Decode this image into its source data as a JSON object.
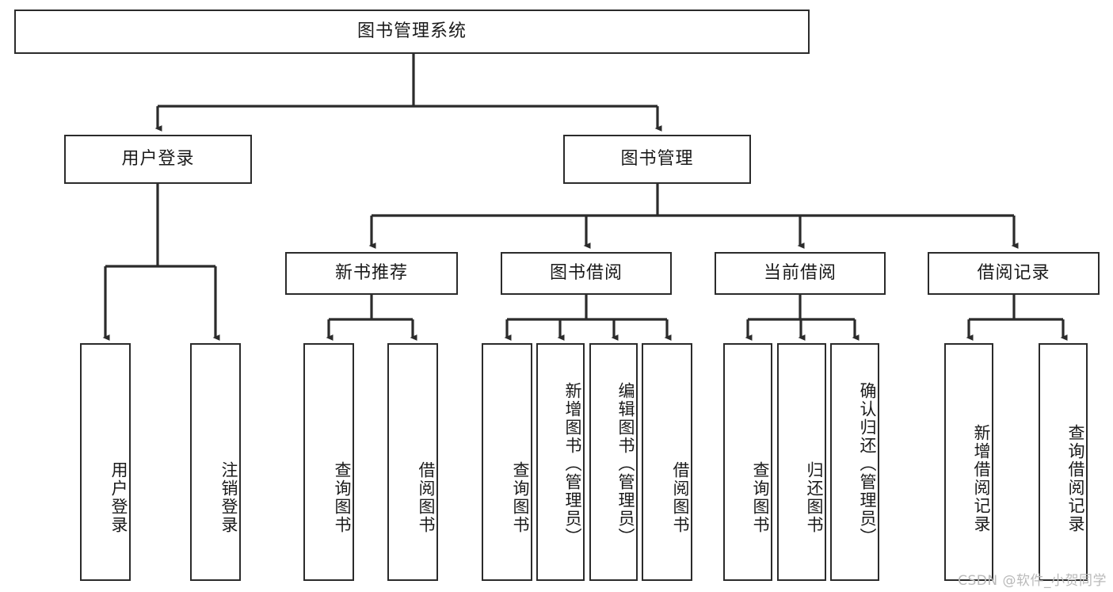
{
  "diagram": {
    "title": "图书管理系统",
    "type": "tree-hierarchy",
    "root": {
      "label": "图书管理系统"
    },
    "level2": [
      {
        "key": "user_login",
        "label": "用户登录"
      },
      {
        "key": "book_manage",
        "label": "图书管理"
      }
    ],
    "level3": [
      {
        "key": "new_book_rec",
        "label": "新书推荐",
        "parent": "book_manage"
      },
      {
        "key": "book_borrow",
        "label": "图书借阅",
        "parent": "book_manage"
      },
      {
        "key": "current_borrow",
        "label": "当前借阅",
        "parent": "book_manage"
      },
      {
        "key": "borrow_record",
        "label": "借阅记录",
        "parent": "book_manage"
      }
    ],
    "leaves": [
      {
        "key": "leaf_user_login",
        "label": "用户登录",
        "parent": "user_login"
      },
      {
        "key": "leaf_user_logout",
        "label": "注销登录",
        "parent": "user_login"
      },
      {
        "key": "leaf_rec_query",
        "label": "查询图书",
        "parent": "new_book_rec"
      },
      {
        "key": "leaf_rec_borrow",
        "label": "借阅图书",
        "parent": "new_book_rec"
      },
      {
        "key": "leaf_borrow_query",
        "label": "查询图书",
        "parent": "book_borrow"
      },
      {
        "key": "leaf_borrow_add",
        "label": "新增图书（管理员）",
        "parent": "book_borrow"
      },
      {
        "key": "leaf_borrow_edit",
        "label": "编辑图书（管理员）",
        "parent": "book_borrow"
      },
      {
        "key": "leaf_borrow_do",
        "label": "借阅图书",
        "parent": "book_borrow"
      },
      {
        "key": "leaf_cur_query",
        "label": "查询图书",
        "parent": "current_borrow"
      },
      {
        "key": "leaf_cur_return",
        "label": "归还图书",
        "parent": "current_borrow"
      },
      {
        "key": "leaf_cur_confirm",
        "label": "确认归还（管理员）",
        "parent": "current_borrow"
      },
      {
        "key": "leaf_rec_add",
        "label": "新增借阅记录",
        "parent": "borrow_record"
      },
      {
        "key": "leaf_rec_query2",
        "label": "查询借阅记录",
        "parent": "borrow_record"
      }
    ],
    "watermark": "CSDN @软件_小贺同学",
    "colors": {
      "stroke": "#2b2b2b",
      "fill": "#ffffff",
      "text": "#1a1a1a",
      "watermark": "#b9b9b9"
    }
  }
}
